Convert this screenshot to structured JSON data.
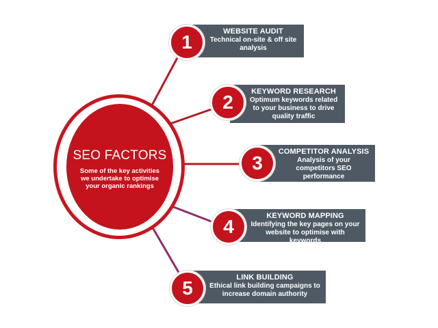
{
  "center": {
    "title": "SEO FACTORS",
    "description": "Some of the key activities we undertake to optimise your organic rankings"
  },
  "colors": {
    "accent_red": "#c4131d",
    "card_gray": "#4e5963",
    "connector_red": "#b01c24",
    "connector_purple": "#8e2a6b"
  },
  "items": [
    {
      "number": "1",
      "title": "WEBSITE AUDIT",
      "description": "Technical on-site & off site analysis"
    },
    {
      "number": "2",
      "title": "KEYWORD RESEARCH",
      "description": "Optimum keywords related to your business to drive quality traffic"
    },
    {
      "number": "3",
      "title": "COMPETITOR ANALYSIS",
      "description": "Analysis of your competitors SEO performance"
    },
    {
      "number": "4",
      "title": "KEYWORD MAPPING",
      "description": "Identifying the key pages on your website to optimise with keywords"
    },
    {
      "number": "5",
      "title": "LINK BUILDING",
      "description": "Ethical link building campaigns to increase domain authority"
    }
  ]
}
